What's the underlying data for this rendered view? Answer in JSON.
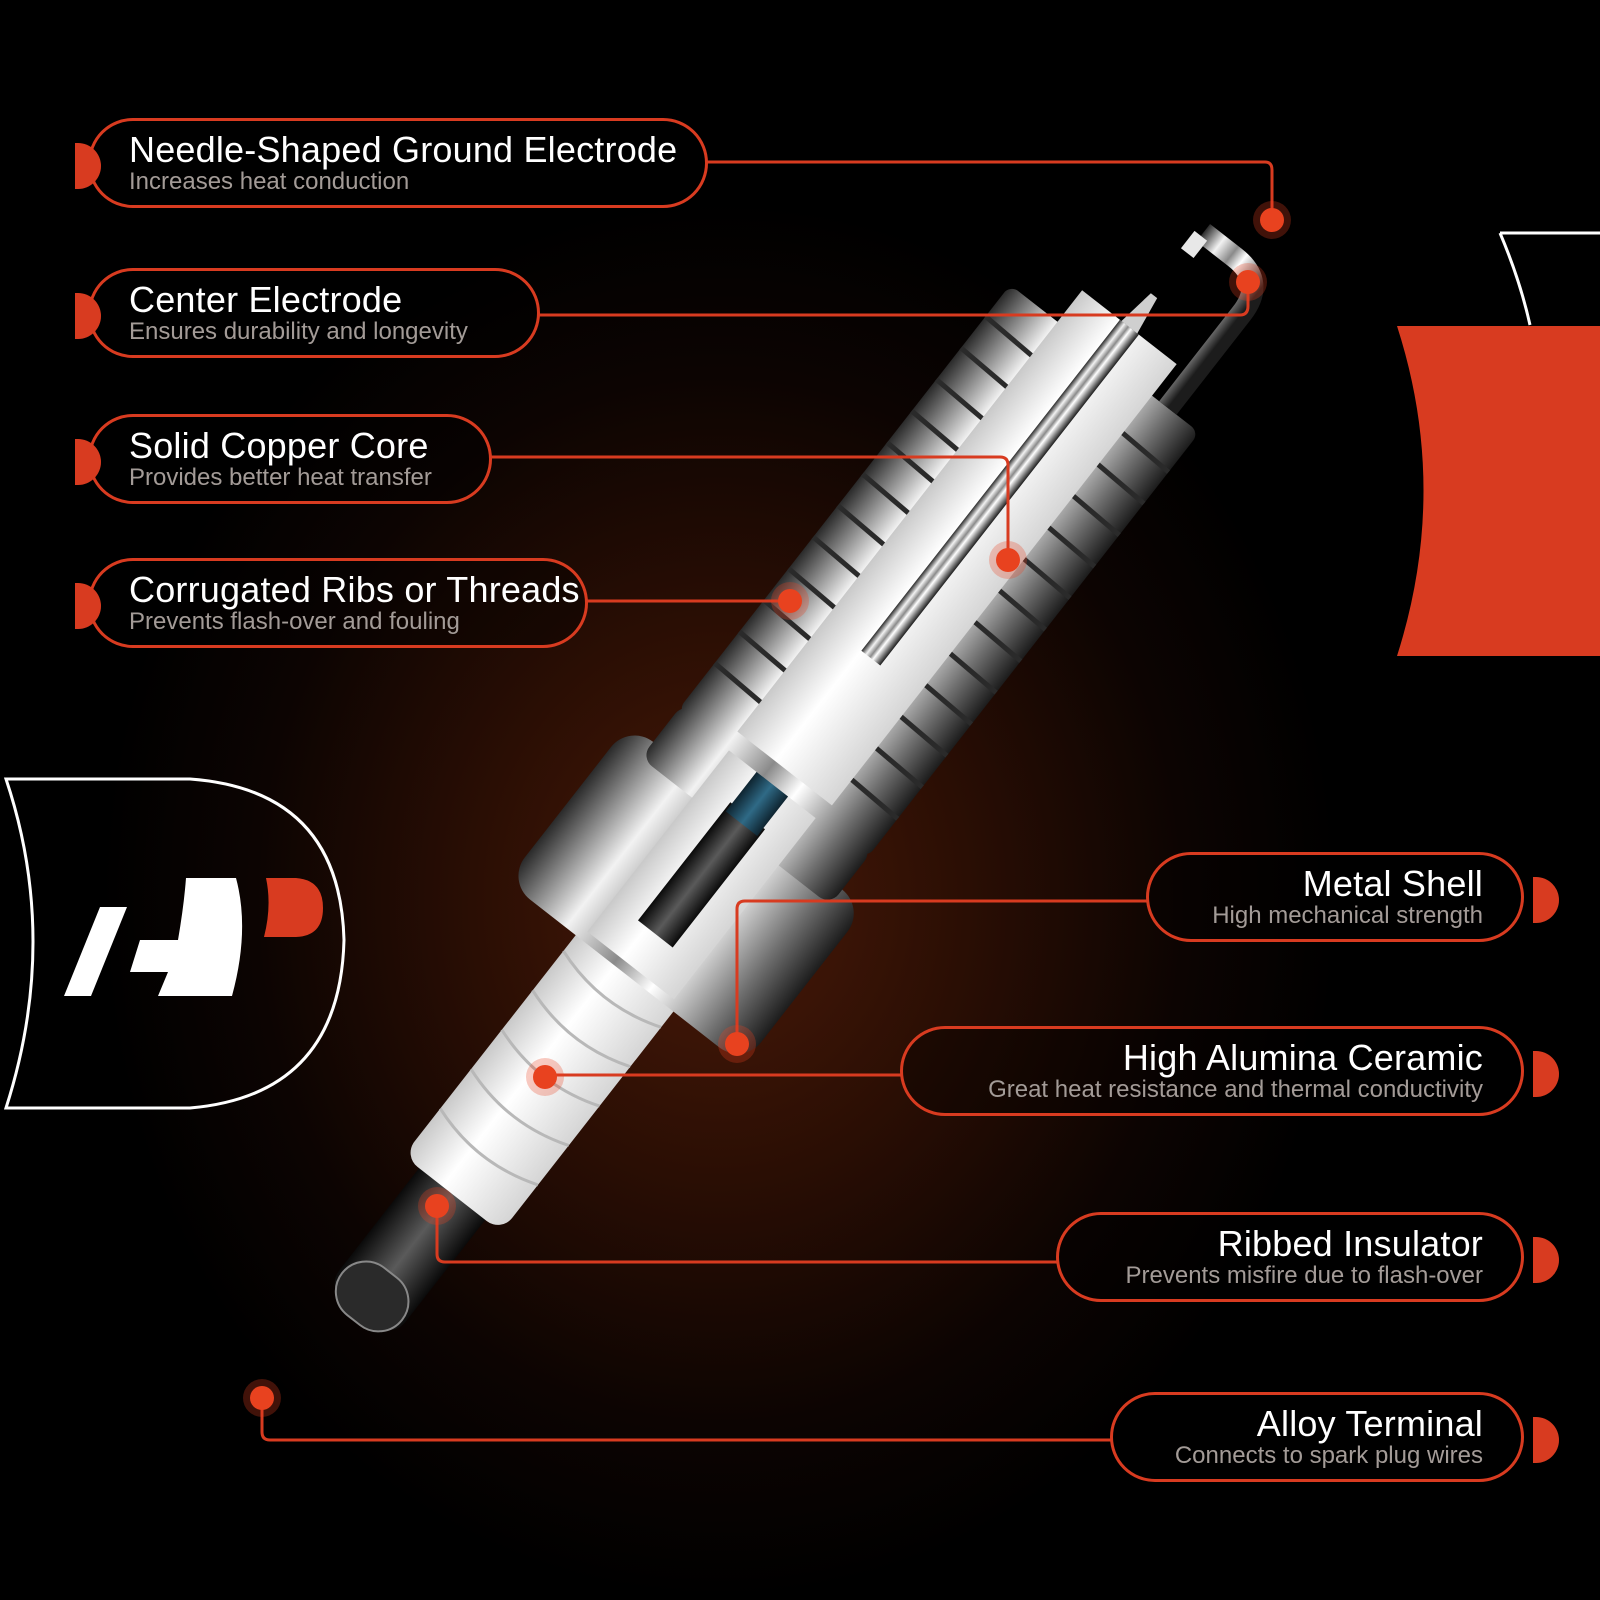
{
  "colors": {
    "accent": "#d83b20",
    "title_text": "#ffffff",
    "subtitle_text": "#a39b97",
    "background": "#000000",
    "background_glow": "#4a1a08"
  },
  "brand": {
    "logo_icon": "brand-logo-hd-icon"
  },
  "product": {
    "name": "spark-plug-cutaway"
  },
  "callouts_left": [
    {
      "title": "Needle-Shaped Ground Electrode",
      "subtitle": "Increases heat conduction"
    },
    {
      "title": "Center Electrode",
      "subtitle": "Ensures durability and longevity"
    },
    {
      "title": "Solid Copper Core",
      "subtitle": "Provides better heat transfer"
    },
    {
      "title": "Corrugated Ribs or Threads",
      "subtitle": "Prevents flash-over and fouling"
    }
  ],
  "callouts_right": [
    {
      "title": "Metal Shell",
      "subtitle": "High mechanical strength"
    },
    {
      "title": "High Alumina Ceramic",
      "subtitle": "Great heat resistance and thermal conductivity"
    },
    {
      "title": "Ribbed Insulator",
      "subtitle": "Prevents misfire due to flash-over"
    },
    {
      "title": "Alloy Terminal",
      "subtitle": "Connects to spark plug wires"
    }
  ]
}
